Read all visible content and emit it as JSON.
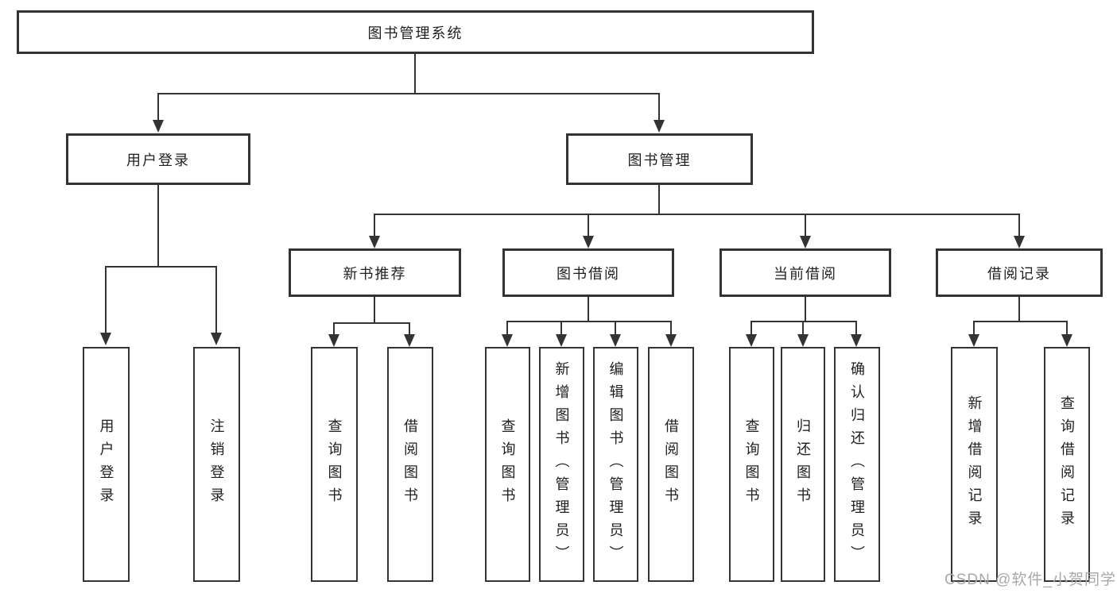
{
  "diagram": {
    "title": "图书管理系统",
    "colors": {
      "line": "#333333",
      "text": "#1f1f1f",
      "background": "#ffffff",
      "watermark": "#a8a8a8"
    },
    "root": {
      "label": "图书管理系统"
    },
    "branches": [
      {
        "label": "用户登录",
        "children": [
          {
            "label": "用户登录"
          },
          {
            "label": "注销登录"
          }
        ]
      },
      {
        "label": "图书管理",
        "children": [
          {
            "label": "新书推荐",
            "children": [
              {
                "label": "查询图书"
              },
              {
                "label": "借阅图书"
              }
            ]
          },
          {
            "label": "图书借阅",
            "children": [
              {
                "label": "查询图书"
              },
              {
                "label": "新增图书（管理员）"
              },
              {
                "label": "编辑图书（管理员）"
              },
              {
                "label": "借阅图书"
              }
            ]
          },
          {
            "label": "当前借阅",
            "children": [
              {
                "label": "查询图书"
              },
              {
                "label": "归还图书"
              },
              {
                "label": "确认归还（管理员）"
              }
            ]
          },
          {
            "label": "借阅记录",
            "children": [
              {
                "label": "新增借阅记录"
              },
              {
                "label": "查询借阅记录"
              }
            ]
          }
        ]
      }
    ],
    "watermark": "CSDN @软件_小贺同学"
  }
}
